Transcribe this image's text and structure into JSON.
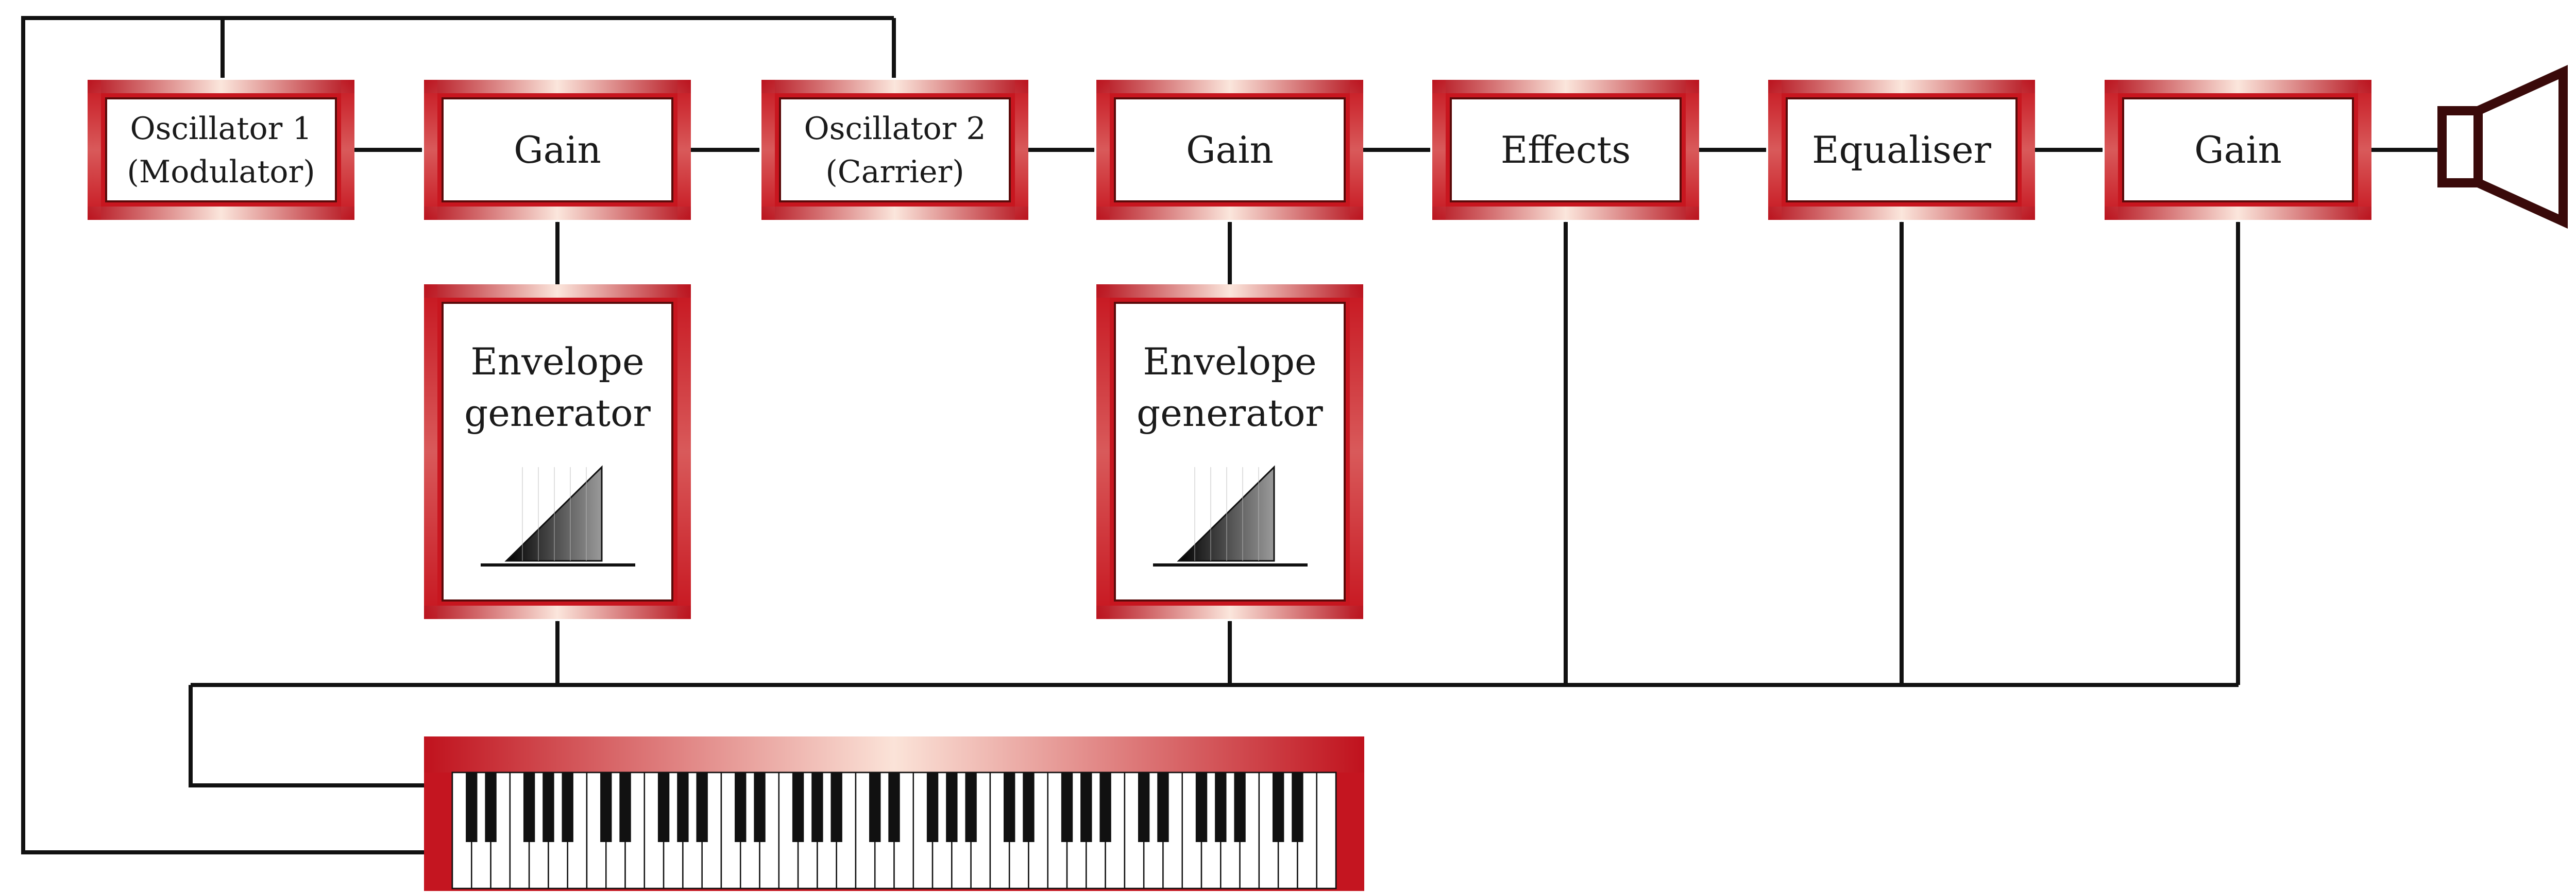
{
  "diagram": {
    "blocks": [
      {
        "id": "osc1",
        "lines": [
          "Oscillator 1",
          "(Modulator)"
        ]
      },
      {
        "id": "gain1",
        "lines": [
          "Gain"
        ]
      },
      {
        "id": "osc2",
        "lines": [
          "Oscillator 2",
          "(Carrier)"
        ]
      },
      {
        "id": "gain2",
        "lines": [
          "Gain"
        ]
      },
      {
        "id": "effects",
        "lines": [
          "Effects"
        ]
      },
      {
        "id": "equaliser",
        "lines": [
          "Equaliser"
        ]
      },
      {
        "id": "gain3",
        "lines": [
          "Gain"
        ]
      }
    ],
    "envelopes": [
      {
        "id": "env1",
        "lines": [
          "Envelope",
          "generator"
        ]
      },
      {
        "id": "env2",
        "lines": [
          "Envelope",
          "generator"
        ]
      }
    ],
    "keyboard": {
      "white_keys": 46
    },
    "colors": {
      "frame_red": "#cc1f2a",
      "frame_glow": "#fbe6dc",
      "line": "#111111",
      "speaker": "#3a0a0a"
    }
  }
}
